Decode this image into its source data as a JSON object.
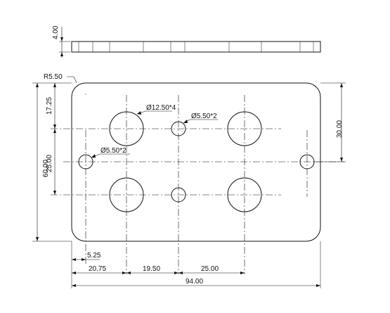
{
  "drawing": {
    "labels": {
      "thickness": "4.00",
      "corner_radius": "R5.50",
      "large_holes": "Ø12.50*4",
      "center_holes": "Ø5.50*2",
      "side_holes": "Ø5.50*2",
      "height_total": "60.00",
      "top_offset": "17.25",
      "hole_row_spacing": "25.00",
      "side_hole_height": "30.00",
      "side_hole_offset": "5.25",
      "left_to_large": "20.75",
      "large_to_center": "19.50",
      "center_to_large": "25.00",
      "width_total": "94.00"
    }
  }
}
